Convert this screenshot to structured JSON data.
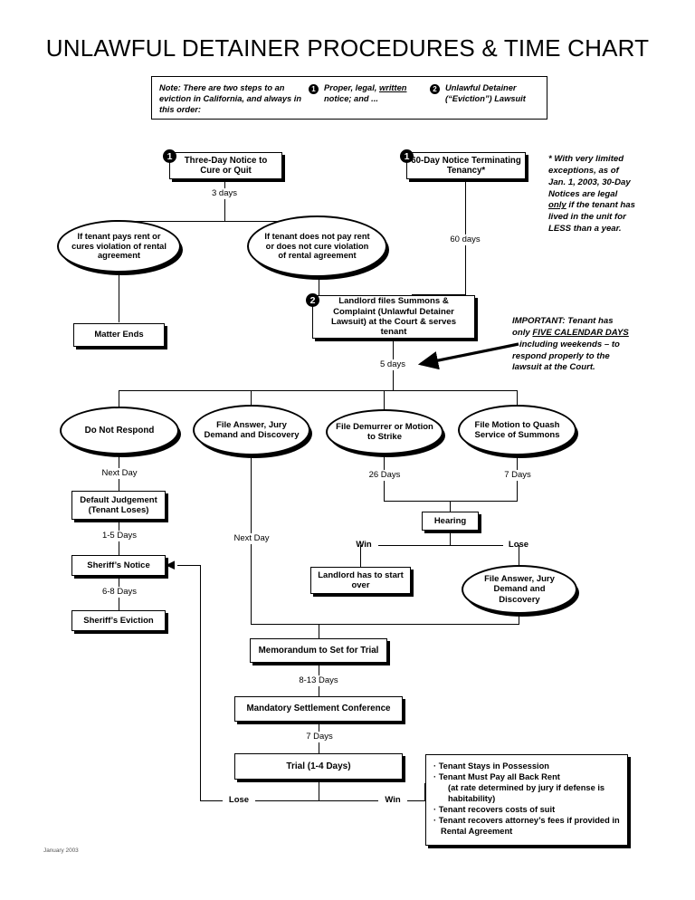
{
  "title": "UNLAWFUL DETAINER PROCEDURES & TIME CHART",
  "note_box": {
    "lead": "Note: There are two steps to an eviction in California, and always in this order:",
    "steps": [
      {
        "num": "1",
        "text_a": "Proper, legal, ",
        "text_u": "written",
        "text_b": " notice; and ..."
      },
      {
        "num": "2",
        "text_a": "Unlawful Detainer (“Eviction”) Lawsuit",
        "text_u": "",
        "text_b": ""
      }
    ]
  },
  "nodes": {
    "three_day_notice": "Three-Day Notice to Cure or Quit",
    "sixty_day_notice": "60-Day Notice Terminating Tenancy*",
    "tenant_cures": "If tenant pays rent or cures violation of rental agreement",
    "tenant_does_not_cure": "If tenant does not pay rent or does not cure violation of rental agreement",
    "matter_ends": "Matter Ends",
    "landlord_files": "Landlord files Summons & Complaint (Unlawful Detainer Lawsuit) at the Court & serves tenant",
    "do_not_respond": "Do Not Respond",
    "file_answer": "File Answer, Jury Demand and Discovery",
    "file_demurrer": "File Demurrer or Motion to Strike",
    "file_motion_quash": "File Motion to Quash Service of Summons",
    "default_judgement": "Default Judgement (Tenant Loses)",
    "sheriffs_notice": "Sheriff’s Notice",
    "sheriffs_eviction": "Sheriff’s Eviction",
    "hearing": "Hearing",
    "landlord_start_over": "Landlord has to start over",
    "file_answer_2": "File Answer, Jury Demand and Discovery",
    "memorandum": "Memorandum to Set for Trial",
    "settlement_conference": "Mandatory Settlement Conference",
    "trial": "Trial (1-4 Days)"
  },
  "badges": {
    "three_day": "1",
    "sixty_day": "1",
    "landlord_files": "2"
  },
  "edge_labels": {
    "three_days": "3 days",
    "sixty_days": "60 days",
    "five_days": "5 days",
    "next_day_left": "Next Day",
    "next_day_mid": "Next Day",
    "days_26": "26 Days",
    "days_7_quash": "7 Days",
    "days_1_5": "1-5 Days",
    "days_6_8": "6-8 Days",
    "win_hearing": "Win",
    "lose_hearing": "Lose",
    "days_8_13": "8-13 Days",
    "days_7_trial": "7 Days",
    "lose_trial": "Lose",
    "win_trial": "Win"
  },
  "side_notes": {
    "asterisk": {
      "l1": "*  With very limited",
      "l2": "exceptions, as of",
      "l3": "Jan. 1, 2003, 30-Day",
      "l4": "Notices are legal",
      "l5_u": "only",
      "l5_rest": " if the tenant has",
      "l6": "lived in the unit for",
      "l7": "LESS than a year."
    },
    "important": {
      "l1": "IMPORTANT: Tenant has",
      "l2_pre": "only ",
      "l2_u": "FIVE CALENDAR DAYS",
      "l3": "– including weekends – to",
      "l4": "respond properly to the",
      "l5": "lawsuit at the Court."
    }
  },
  "outcomes": [
    {
      "text": "Tenant Stays in Possession",
      "cont": ""
    },
    {
      "text": "Tenant Must Pay all Back Rent",
      "cont": "(at rate determined by jury if defense is habitability)"
    },
    {
      "text": "Tenant recovers costs of suit",
      "cont": ""
    },
    {
      "text": "Tenant recovers attorney’s fees if provided in Rental Agreement",
      "cont": ""
    }
  ],
  "footer": {
    "date": "January 2003"
  }
}
